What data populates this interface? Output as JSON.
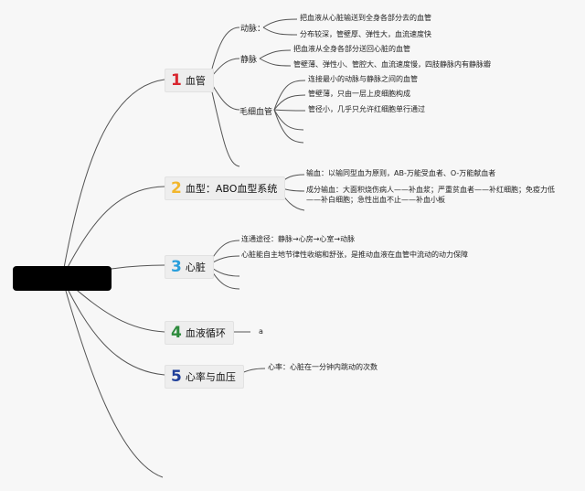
{
  "topics": [
    {
      "num": "1",
      "label": "血管",
      "color": "#d8262f"
    },
    {
      "num": "2",
      "label": "血型：ABO血型系统",
      "color": "#f2b62c"
    },
    {
      "num": "3",
      "label": "心脏",
      "color": "#2a9fdc"
    },
    {
      "num": "4",
      "label": "血液循环",
      "color": "#2e8b3d"
    },
    {
      "num": "5",
      "label": "心率与血压",
      "color": "#1f3f9a"
    }
  ],
  "vessels": {
    "artery": {
      "label": "动脉：",
      "items": [
        "把血液从心脏输送到全身各部分去的血管",
        "分布较深，管壁厚、弹性大，血流速度快"
      ]
    },
    "vein": {
      "label": "静脉",
      "items": [
        "把血液从全身各部分送回心脏的血管",
        "管壁薄、弹性小、管腔大、血流速度慢，四肢静脉内有静脉瓣"
      ]
    },
    "capillary": {
      "label": "毛细血管",
      "items": [
        "连接最小的动脉与静脉之间的血管",
        "管壁薄，只由一层上皮细胞构成",
        "管径小，几乎只允许红细胞单行通过"
      ]
    }
  },
  "blood_type": {
    "line1": "输血：以输同型血为原则，AB-万能受血者、O-万能献血者",
    "line2a": "成分输血：大面积烧伤病人——补血浆；严重贫血者——补红细胞；免疫力低",
    "line2b": "——补白细胞；急性出血不止——补血小板"
  },
  "heart": {
    "line1": "连通途径：静脉→心房→心室→动脉",
    "line2": "心脏能自主地节律性收缩和舒张，是推动血液在血管中流动的动力保障"
  },
  "circulation": {
    "note": "a"
  },
  "heart_rate": {
    "line1": "心率：心脏在一分钟内跳动的次数"
  }
}
